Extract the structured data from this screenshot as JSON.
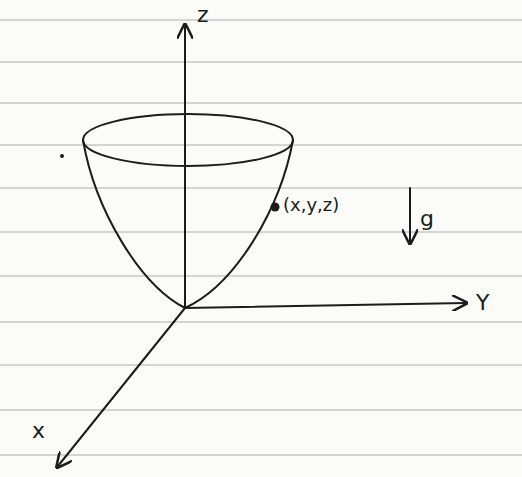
{
  "diagram": {
    "labels": [
      "z",
      "Y",
      "x",
      "(x,y,z)",
      "g"
    ]
  }
}
